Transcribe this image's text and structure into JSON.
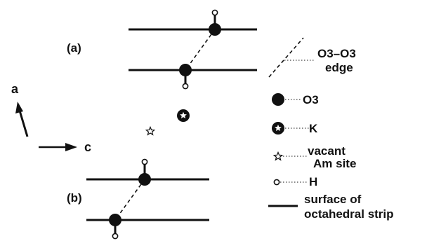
{
  "panels": {
    "a_label": "(a)",
    "b_label": "(b)"
  },
  "axes": {
    "a_label": "a",
    "c_label": "c"
  },
  "legend": {
    "edge_line1": "O3–O3",
    "edge_line2": "edge",
    "o3": "O3",
    "k": "K",
    "vacant_line1": "vacant",
    "vacant_line2": "Am site",
    "h": "H",
    "surface_line1": "surface of",
    "surface_line2": "octahedral strip"
  },
  "colors": {
    "ink": "#111111",
    "background": "#ffffff"
  }
}
